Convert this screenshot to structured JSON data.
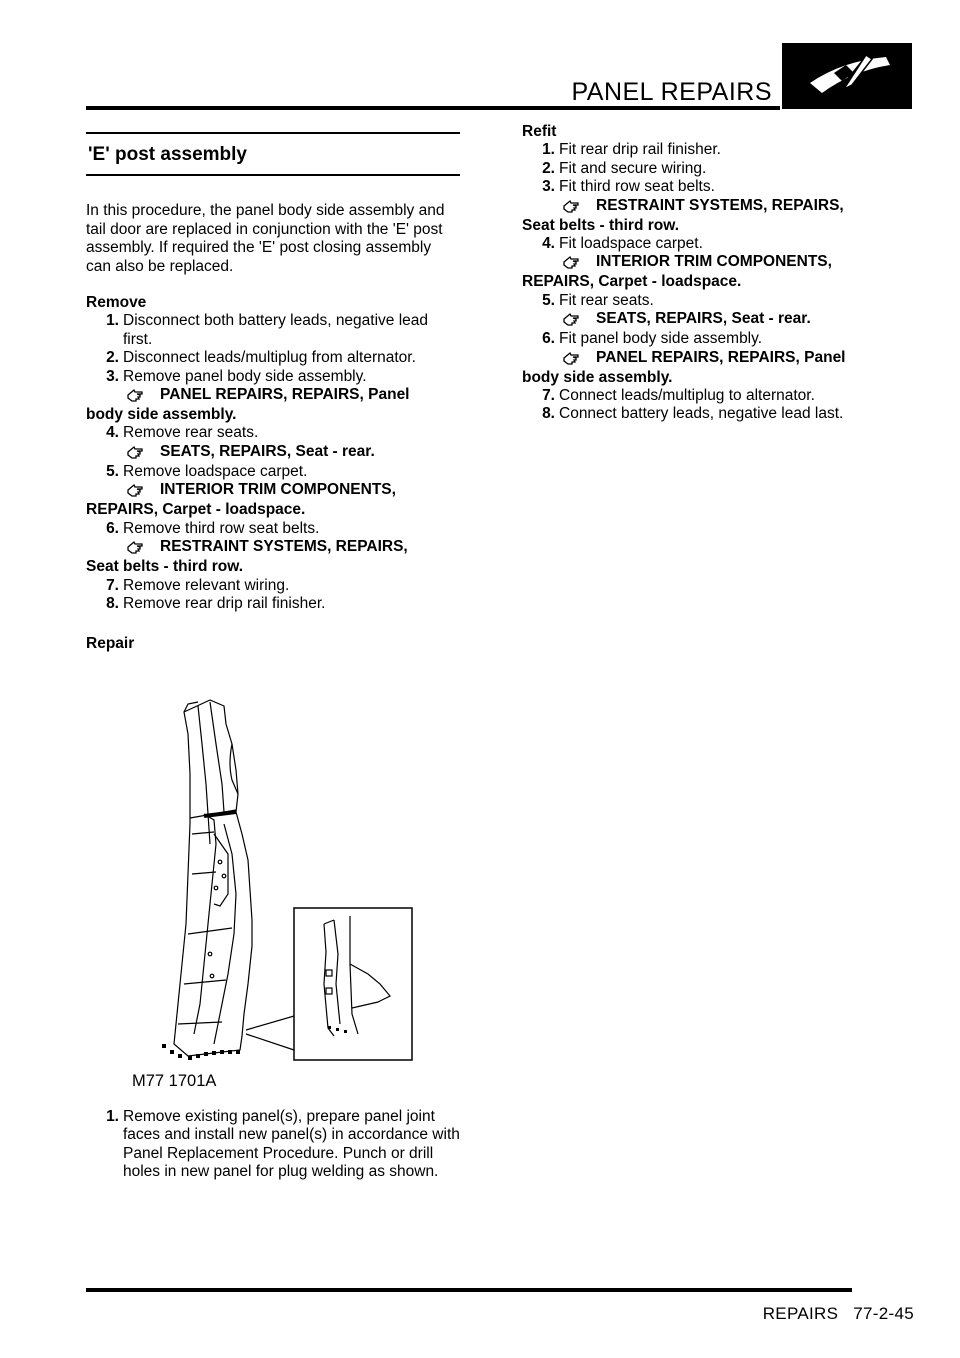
{
  "header": {
    "title": "PANEL REPAIRS",
    "logo_icon": "panel-repair-hammer-icon"
  },
  "footer": {
    "section": "REPAIRS",
    "page": "77-2-45"
  },
  "section_title": "'E' post assembly",
  "intro": "In this procedure, the panel body side assembly and tail door are replaced in conjunction with the 'E' post assembly. If required the 'E' post closing assembly can also be replaced.",
  "remove": {
    "heading": "Remove",
    "steps": [
      {
        "num": "1.",
        "text": "Disconnect both battery leads, negative lead first."
      },
      {
        "num": "2.",
        "text": "Disconnect leads/multiplug from alternator."
      },
      {
        "num": "3.",
        "text": "Remove panel body side assembly.",
        "ref1": "PANEL REPAIRS, REPAIRS, Panel",
        "ref2": "body side assembly."
      },
      {
        "num": "4.",
        "text": "Remove rear seats.",
        "ref1": "SEATS, REPAIRS, Seat - rear."
      },
      {
        "num": "5.",
        "text": "Remove loadspace carpet.",
        "ref1": "INTERIOR TRIM COMPONENTS,",
        "ref2": "REPAIRS, Carpet - loadspace."
      },
      {
        "num": "6.",
        "text": "Remove third row seat belts.",
        "ref1": "RESTRAINT SYSTEMS, REPAIRS,",
        "ref2": "Seat belts - third row."
      },
      {
        "num": "7.",
        "text": "Remove relevant wiring."
      },
      {
        "num": "8.",
        "text": "Remove rear drip rail finisher."
      }
    ]
  },
  "repair": {
    "heading": "Repair",
    "figure_label": "M77 1701A",
    "steps": [
      {
        "num": "1.",
        "text": "Remove existing panel(s), prepare panel joint faces and install new panel(s) in accordance with Panel Replacement Procedure. Punch or drill holes in new panel for plug welding as shown."
      }
    ]
  },
  "refit": {
    "heading": "Refit",
    "steps": [
      {
        "num": "1.",
        "text": "Fit rear drip rail finisher."
      },
      {
        "num": "2.",
        "text": "Fit and secure wiring."
      },
      {
        "num": "3.",
        "text": "Fit third row seat belts.",
        "ref1": "RESTRAINT SYSTEMS, REPAIRS,",
        "ref2": "Seat belts - third row."
      },
      {
        "num": "4.",
        "text": "Fit loadspace carpet.",
        "ref1": "INTERIOR TRIM COMPONENTS,",
        "ref2": "REPAIRS, Carpet - loadspace."
      },
      {
        "num": "5.",
        "text": "Fit rear seats.",
        "ref1": "SEATS, REPAIRS, Seat - rear."
      },
      {
        "num": "6.",
        "text": "Fit panel body side assembly.",
        "ref1": "PANEL REPAIRS, REPAIRS, Panel",
        "ref2": "body side assembly."
      },
      {
        "num": "7.",
        "text": "Connect leads/multiplug to alternator."
      },
      {
        "num": "8.",
        "text": "Connect battery leads, negative lead last."
      }
    ]
  }
}
